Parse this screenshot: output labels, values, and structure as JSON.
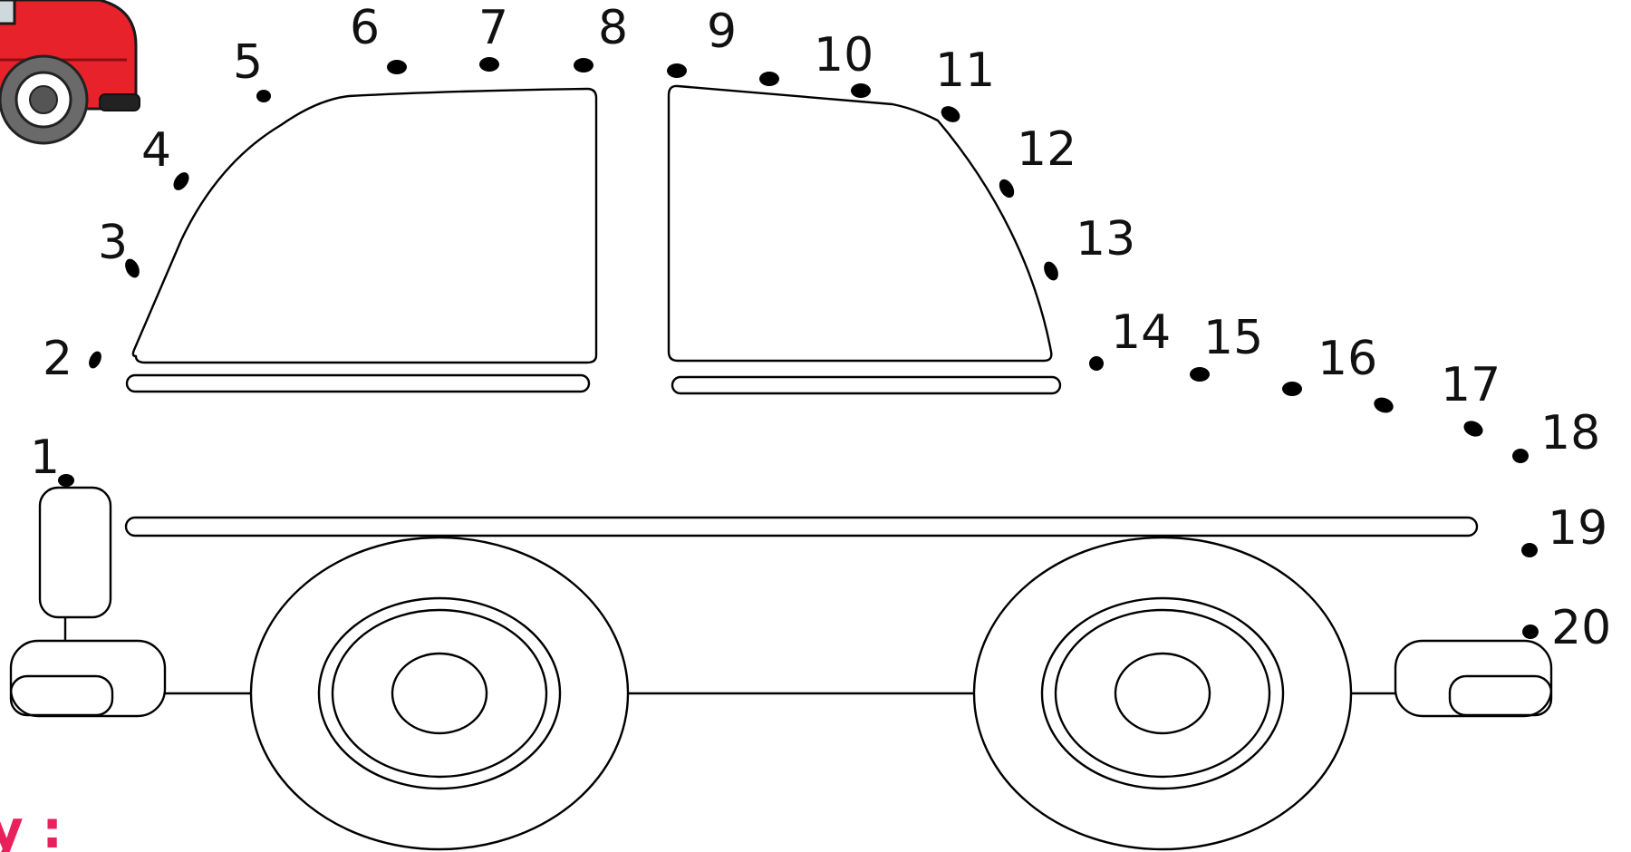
{
  "worksheet": {
    "labels": [
      "1",
      "2",
      "3",
      "4",
      "5",
      "6",
      "7",
      "8",
      "9",
      "10",
      "11",
      "12",
      "13",
      "14",
      "15",
      "16",
      "17",
      "18",
      "19",
      "20"
    ],
    "caption_fragment": "y :",
    "colors": {
      "caption": "#e8205c",
      "car_body": "#e8222a",
      "tire": "#6a6a6a",
      "line": "#000000"
    },
    "icons": [
      "red-car-icon"
    ]
  }
}
